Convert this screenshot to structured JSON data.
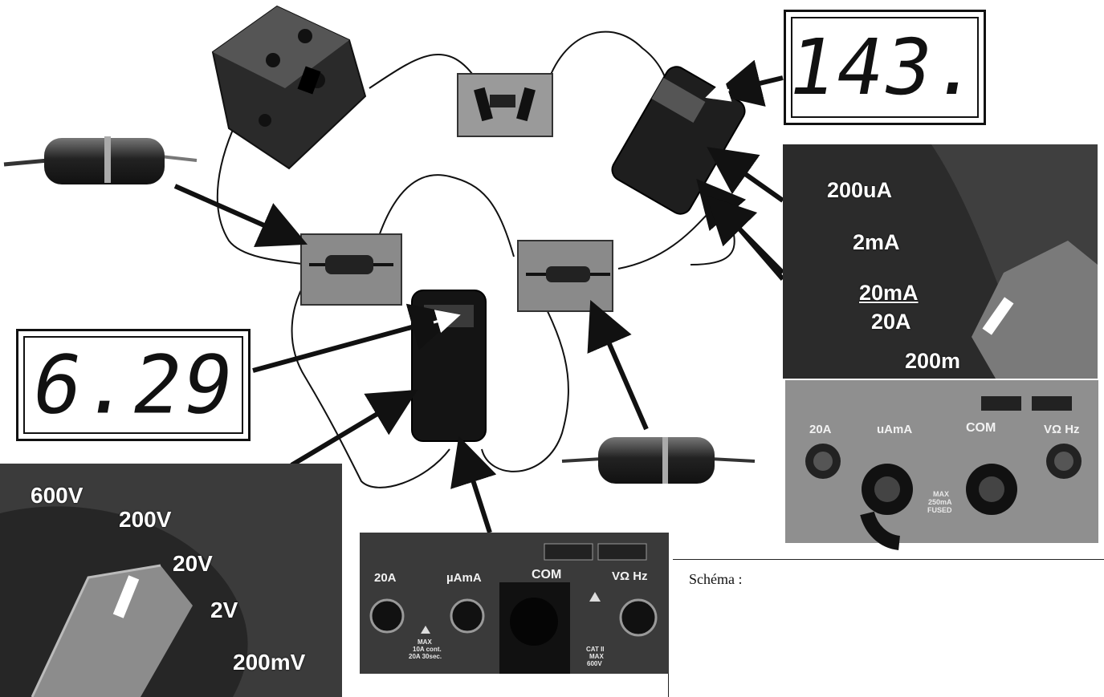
{
  "displays": {
    "ammeter_reading": "143.",
    "voltmeter_reading": "6.29"
  },
  "ammeter_range_selector": {
    "ranges": [
      "200uA",
      "2mA",
      "20mA",
      "20A",
      "200m"
    ],
    "selected": "20mA"
  },
  "ammeter_terminals": {
    "labels": [
      "20A",
      "uAmA",
      "COM",
      "VΩ Hz"
    ],
    "warning": [
      "MAX",
      "250mA",
      "FUSED"
    ]
  },
  "voltmeter_range_selector": {
    "ranges": [
      "600V",
      "200V",
      "20V",
      "2V",
      "200mV"
    ],
    "selected": "20V"
  },
  "voltmeter_terminals": {
    "labels": [
      "20A",
      "µAmA",
      "COM",
      "VΩ Hz"
    ],
    "max_note": [
      "MAX",
      "10A cont.",
      "20A 30sec."
    ],
    "cat_note": [
      "CAT II",
      "MAX",
      "600V"
    ]
  },
  "schema": {
    "label": "Schéma :"
  }
}
